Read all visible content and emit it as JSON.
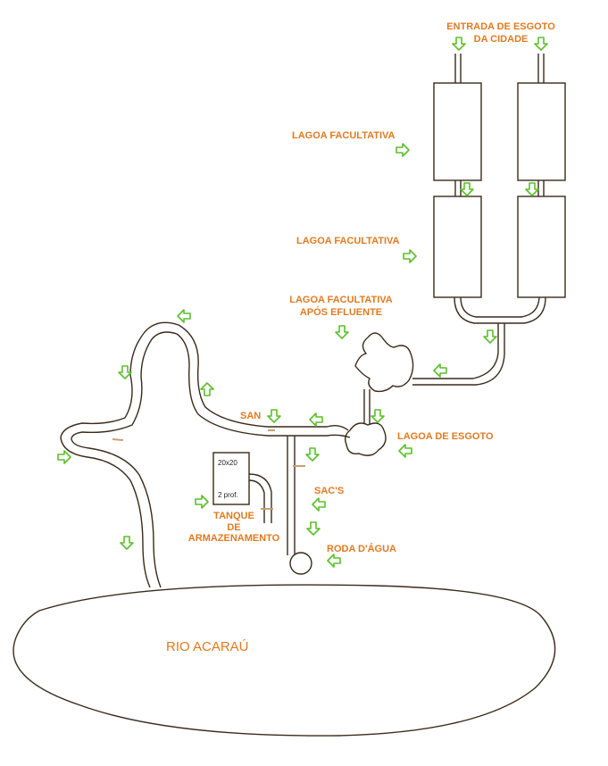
{
  "diagram": {
    "labels": {
      "entrada_line1": "ENTRADA DE ESGOTO",
      "entrada_line2": "DA CIDADE",
      "lagoa_facultativa_1": "LAGOA FACULTATIVA",
      "lagoa_facultativa_2": "LAGOA FACULTATIVA",
      "lagoa_apos_line1": "LAGOA FACULTATIVA",
      "lagoa_apos_line2": "APÓS EFLUENTE",
      "lagoa_esgoto": "LAGOA DE ESGOTO",
      "san": "SAN",
      "sacs": "SAC'S",
      "tanque_line1": "TANQUE",
      "tanque_line2": "DE",
      "tanque_line3": "ARMAZENAMENTO",
      "roda_agua": "RODA D'ÁGUA",
      "rio": "RIO ACARAÚ",
      "tank_dim": "20x20",
      "tank_depth": "2 prof."
    },
    "colors": {
      "label": "#e07a1f",
      "line": "#3a2a1a",
      "arrow_stroke": "#5cbf2a",
      "accent": "#c8a070"
    }
  }
}
